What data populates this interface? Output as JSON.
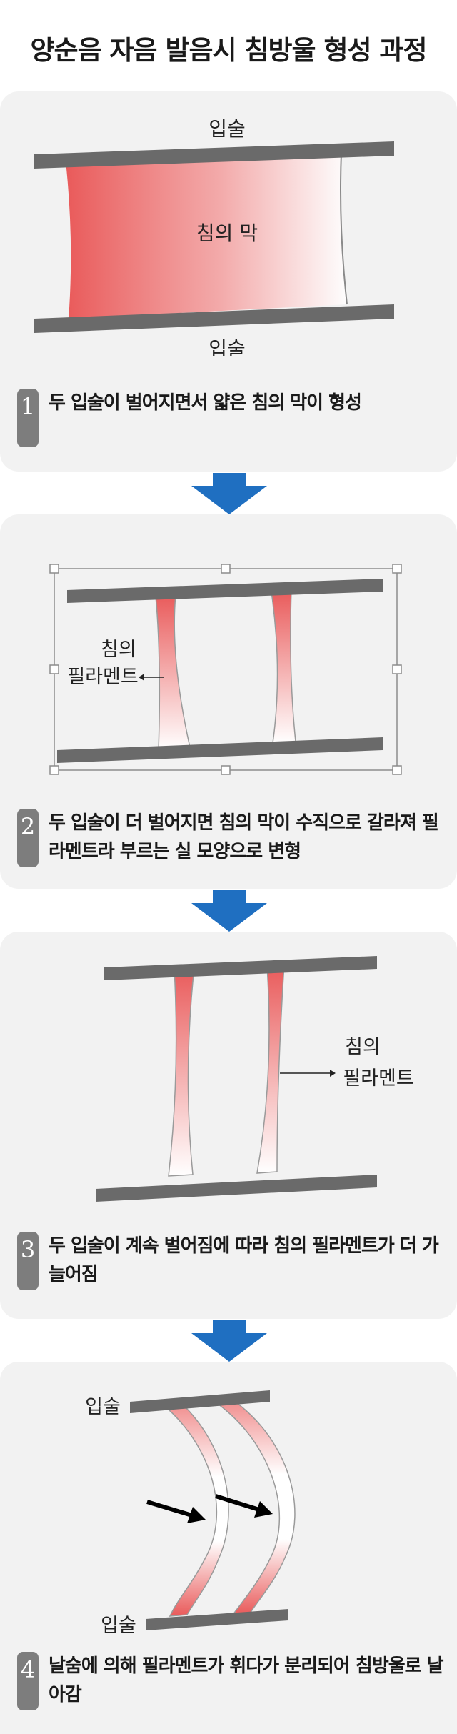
{
  "title": "양순음 자음 발음시 침방울 형성 과정",
  "colors": {
    "lip": "#6a6a6a",
    "saliva_red": "#e95a5a",
    "arrow_blue": "#1f6fc1",
    "panel_bg": "#f2f2f2",
    "step_badge": "#7d7d7d"
  },
  "panel1": {
    "label_top": "입술",
    "label_film": "침의 막",
    "label_bottom": "입술",
    "step_number": "1",
    "step_text": "두 입술이 벌어지면서 얇은 침의 막이 형성"
  },
  "panel2": {
    "label_line1": "침의",
    "label_line2": "필라멘트",
    "step_number": "2",
    "step_text": "두 입술이 더 벌어지면 침의 막이 수직으로 갈라져 필라멘트라 부르는 실 모양으로 변형"
  },
  "panel3": {
    "label_line1": "침의",
    "label_line2": "필라멘트",
    "step_number": "3",
    "step_text": "두 입술이 계속 벌어짐에 따라 침의 필라멘트가 더 가늘어짐"
  },
  "panel4": {
    "label_top": "입술",
    "label_bottom": "입술",
    "step_number": "4",
    "step_text": "날숨에 의해 필라멘트가 휘다가 분리되어 침방울로 날아감"
  },
  "flow_icons": [
    "down-arrow",
    "down-arrow",
    "down-arrow"
  ]
}
